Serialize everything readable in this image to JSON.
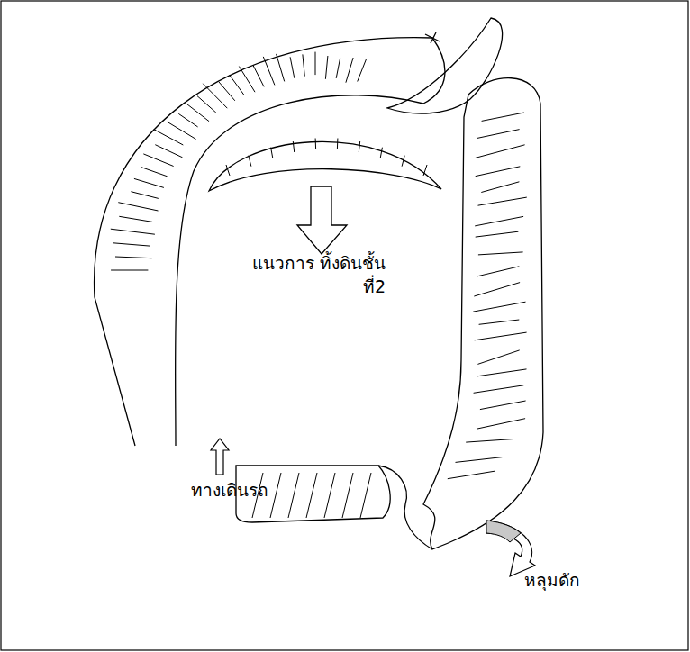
{
  "diagram": {
    "labels": [
      "แนวการ ทิ้งดินชั้นที่2",
      "ทางเดินรถ",
      "หลุมดัก"
    ]
  }
}
